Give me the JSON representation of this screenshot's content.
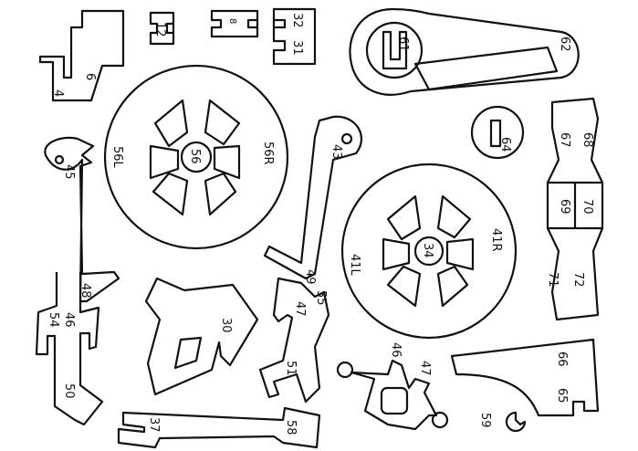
{
  "title": "Bicycle model cut-out parts sheet",
  "labels": {
    "p4": "4",
    "p6": "6",
    "p12": "12",
    "p8": "8",
    "p32": "32",
    "p31": "31",
    "p61": "61",
    "p62": "62",
    "p56L": "56L",
    "p56": "56",
    "p56R": "56R",
    "p45": "45",
    "p43": "43",
    "p64": "64",
    "p67": "67",
    "p68": "68",
    "p69": "69",
    "p70": "70",
    "p41R": "41R",
    "p34": "34",
    "p41L": "41L",
    "p71": "71",
    "p72": "72",
    "p48": "48",
    "p49": "49",
    "p55": "55",
    "p47a": "47",
    "p46a": "46",
    "p54": "54",
    "p30": "30",
    "p51": "51",
    "p50": "50",
    "p46b": "46",
    "p47b": "47",
    "p66": "66",
    "p65": "65",
    "p59": "59",
    "p37": "37",
    "p58": "58"
  },
  "colors": {
    "line": "#111111",
    "background": "#ffffff"
  }
}
